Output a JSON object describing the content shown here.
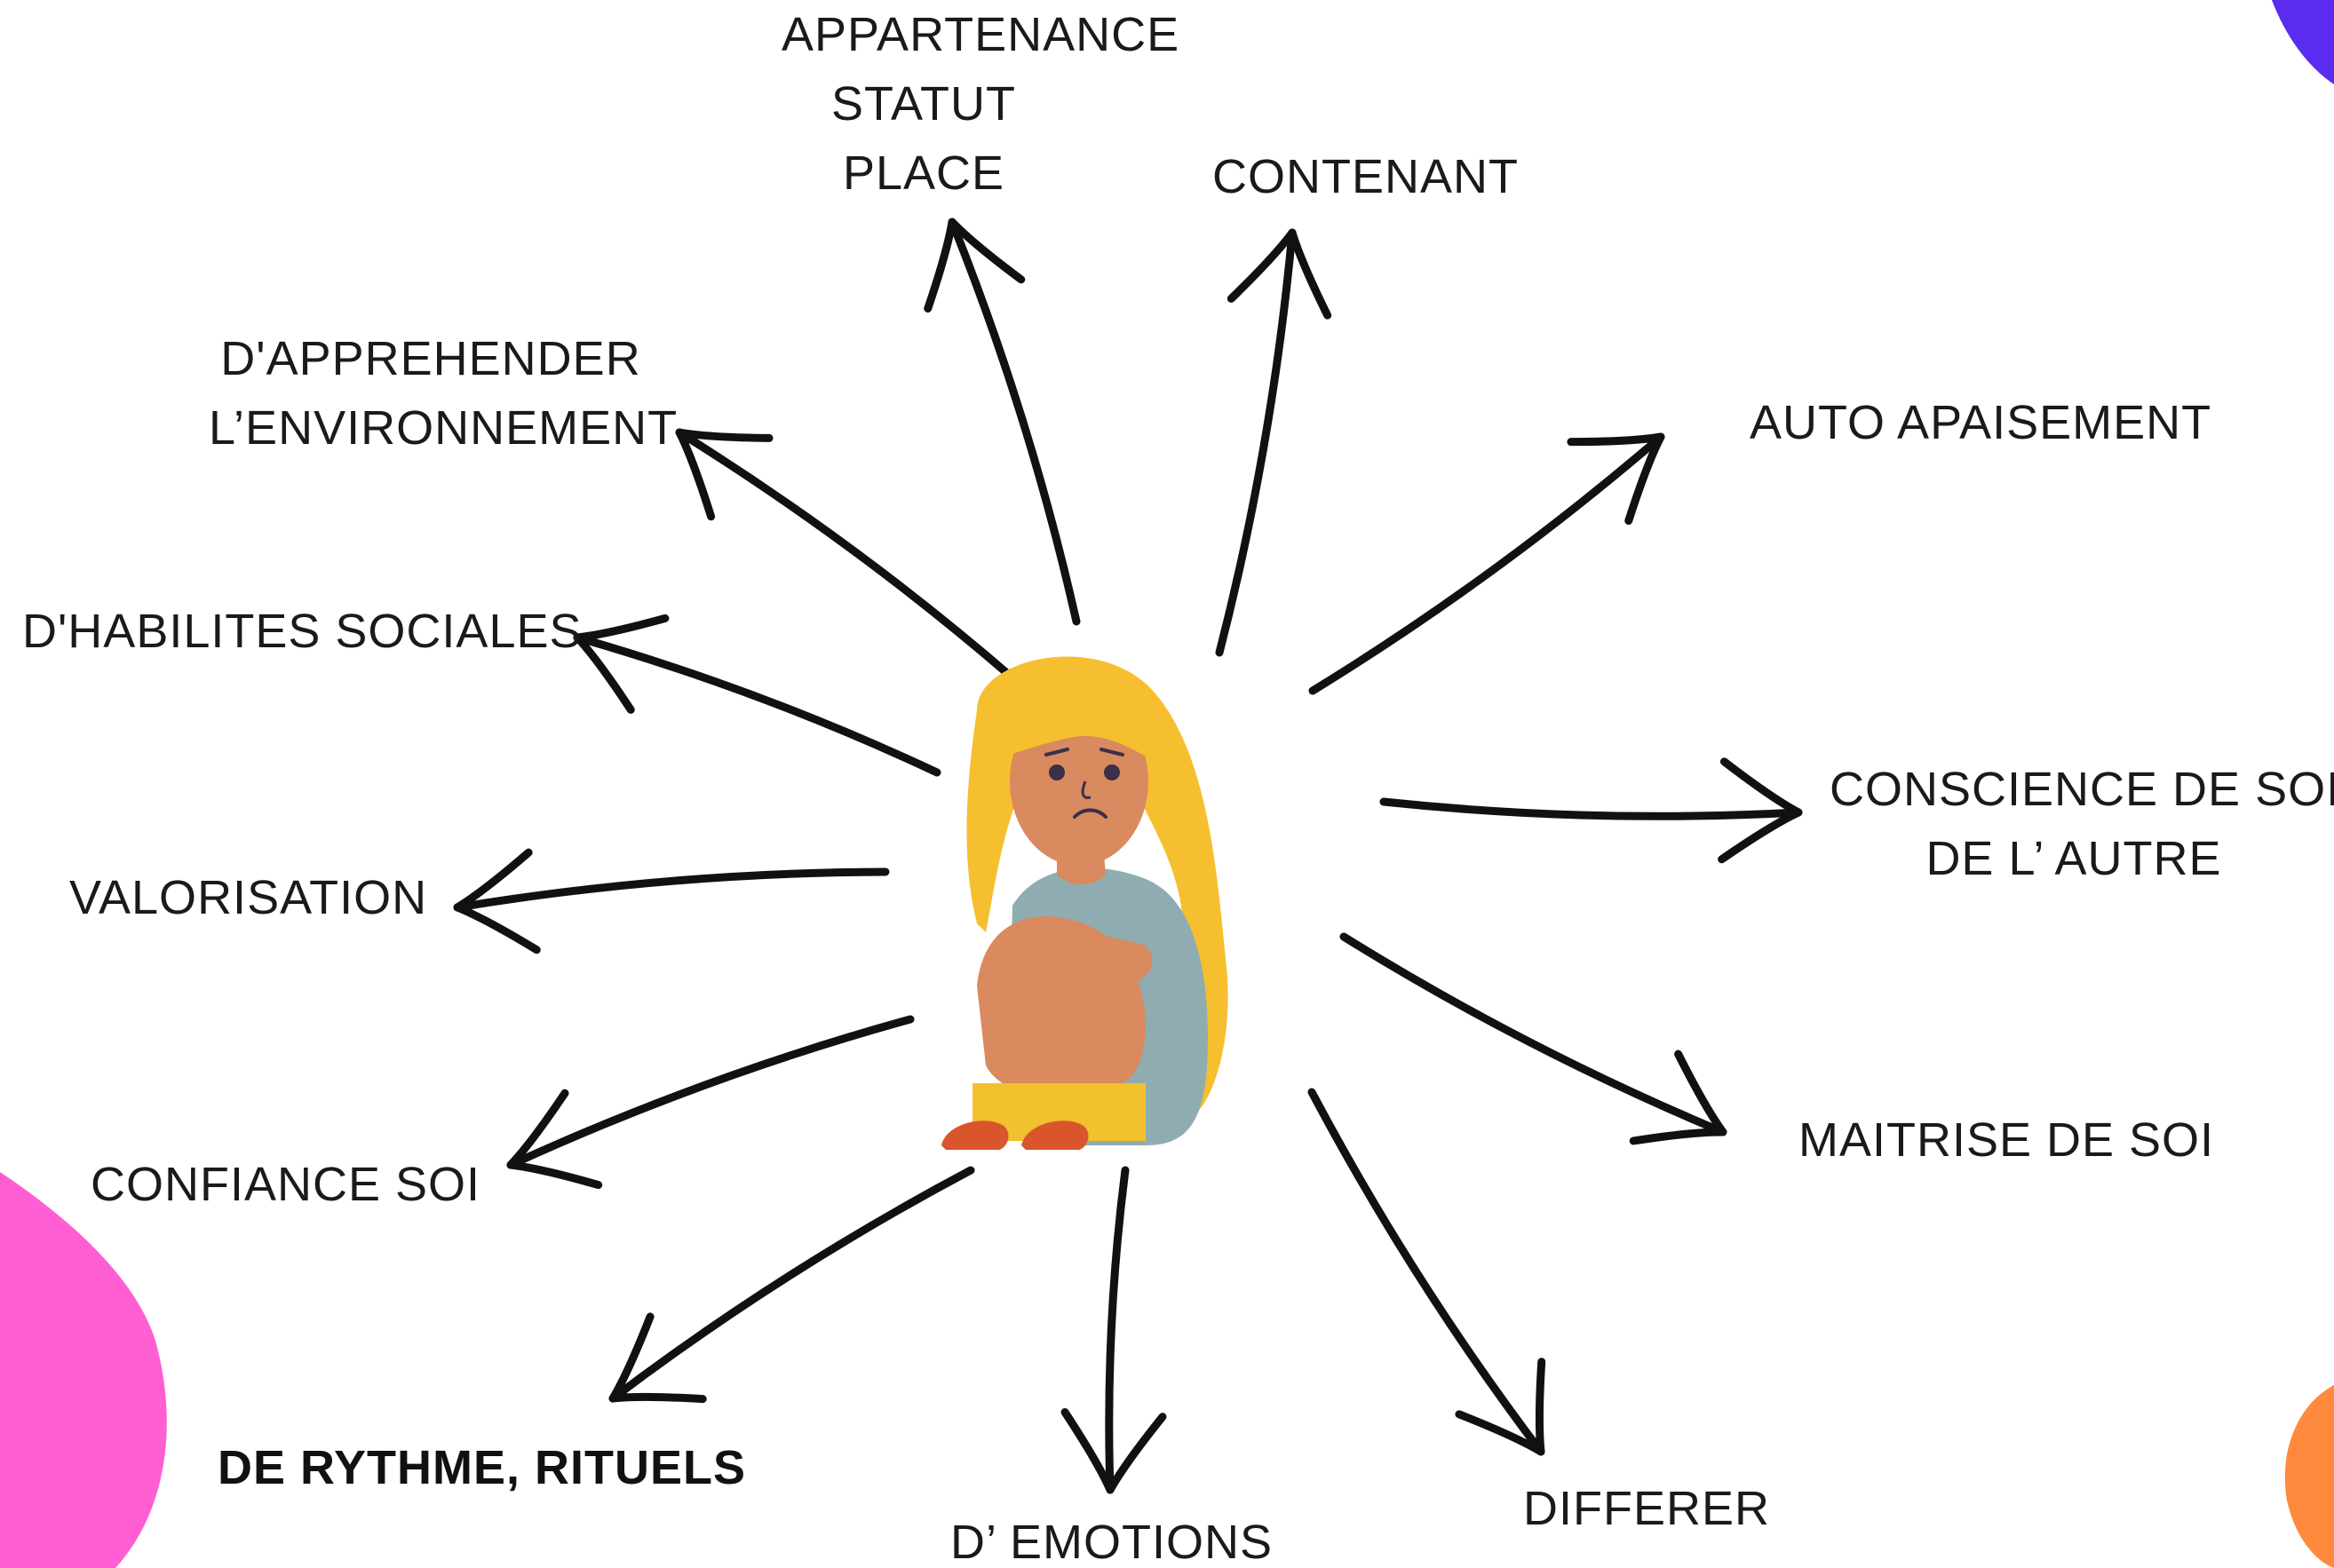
{
  "colors": {
    "arrow": "#111111",
    "text": "#1a1a1a",
    "blob_pink": "#ff5fd2",
    "blob_purple": "#5b2bf0",
    "blob_orange": "#ff8a3d",
    "hair": "#f6bf2f",
    "skin": "#d98a5e",
    "shirt": "#8fadb0",
    "shorts": "#f2c12e",
    "shoes": "#d9562c"
  },
  "center_figure": {
    "icon": "sad-girl-sitting-illustration"
  },
  "labels": {
    "top": [
      "APPARTENANCE",
      "STATUT",
      "PLACE"
    ],
    "contenant": "CONTENANT",
    "auto_apaisement": "AUTO APAISEMENT",
    "conscience": [
      "CONSCIENCE DE SOI",
      "DE L’ AUTRE"
    ],
    "maitrise": "MAITRISE DE SOI",
    "differer": "DIFFERER",
    "emotions": "D’ EMOTIONS",
    "rythme": "DE RYTHME, RITUELS",
    "confiance": "CONFIANCE SOI",
    "valorisation": "VALORISATION",
    "habilites": "D'HABILITES SOCIALES",
    "apprehender": [
      "D'APPREHENDER",
      "L’ENVIRONNEMENT"
    ]
  }
}
